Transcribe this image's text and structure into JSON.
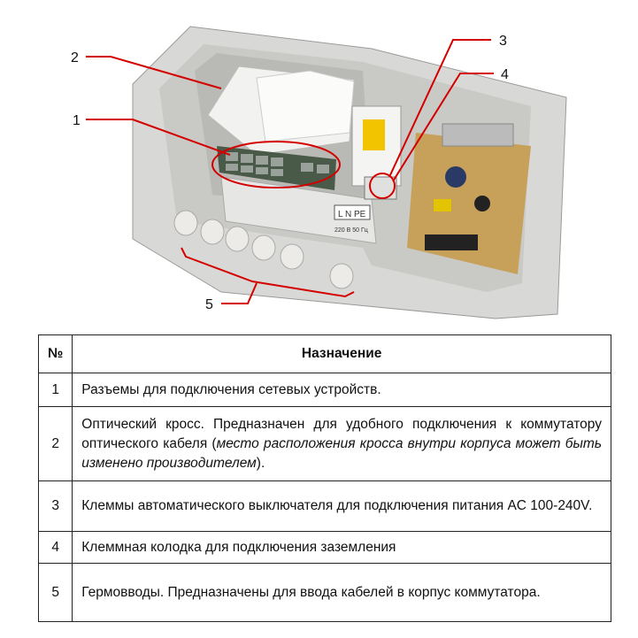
{
  "figure": {
    "callouts": [
      "1",
      "2",
      "3",
      "4",
      "5"
    ],
    "terminal_labels": [
      "L",
      "N",
      "PE"
    ],
    "power_rating": "220 В 50 Гц",
    "accent_color": "#d40000"
  },
  "table": {
    "headers": {
      "num": "№",
      "purpose": "Назначение"
    },
    "rows": [
      {
        "num": "1",
        "text": "Разъемы для подключения сетевых устройств."
      },
      {
        "num": "2",
        "text": "Оптический кросс. Предназначен для удобного подключения к коммутатору оптического кабеля (",
        "italic": "место расположения кросса внутри корпуса может быть изменено производителем",
        "tail": ")."
      },
      {
        "num": "3",
        "text": "Клеммы автоматического выключателя для подключения питания AC 100-240V."
      },
      {
        "num": "4",
        "text": "Клеммная колодка для подключения заземления"
      },
      {
        "num": "5",
        "text": "Гермовводы. Предназначены для ввода кабелей в корпус коммутатора."
      }
    ]
  }
}
